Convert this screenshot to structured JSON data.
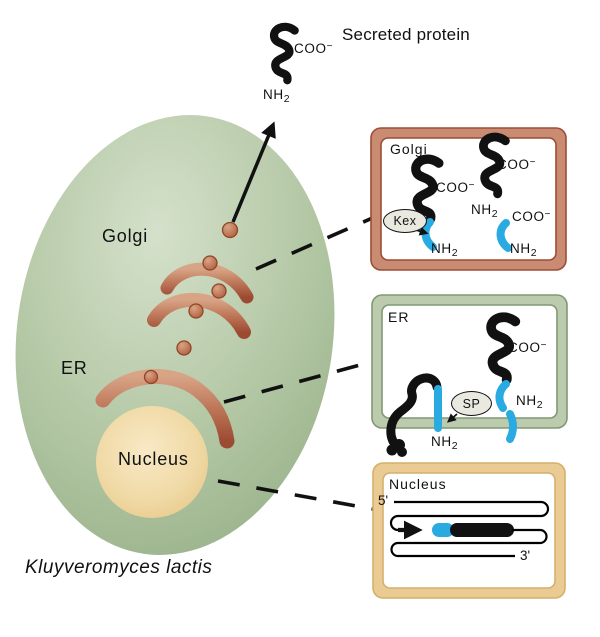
{
  "figure": {
    "organism": "Kluyveromyces lactis",
    "secreted_protein_label": "Secreted protein"
  },
  "cell_labels": {
    "golgi": "Golgi",
    "er": "ER",
    "nucleus": "Nucleus"
  },
  "chem": {
    "coo": "COO",
    "minus": "−",
    "nh": "NH",
    "two": "2"
  },
  "insets": {
    "golgi": {
      "title": "Golgi",
      "enzyme": "Kex"
    },
    "er": {
      "title": "ER",
      "enzyme": "SP"
    },
    "nucleus": {
      "title": "Nucleus",
      "five_prime": "5'",
      "three_prime": "3'"
    }
  },
  "colors": {
    "background": "#ffffff",
    "ink": "#111111",
    "signal_blue": "#29abe2",
    "oval_fill": "#eae9e0",
    "cell_green_light": "#d5e1cb",
    "cell_green": "#b3c7a4",
    "cell_green_dark": "#9ab38c",
    "nucleus_light": "#f8e9c6",
    "nucleus_tan": "#ecd096",
    "organelle_light": "#d8a486",
    "organelle": "#c07a5c",
    "organelle_dark": "#9c4b32",
    "golgi_box_band": "#c98b72",
    "golgi_box_line": "#9e4d37",
    "er_box_band": "#bccaae",
    "er_box_line": "#7f9972",
    "nucleus_box_band": "#e9cb93",
    "nucleus_box_line": "#d6b06c"
  }
}
